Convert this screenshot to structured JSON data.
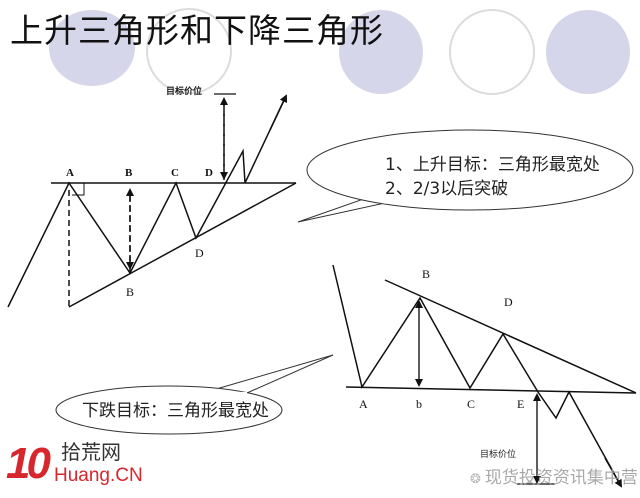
{
  "title": "上升三角形和下降三角形",
  "colors": {
    "circle_fill": "#d6d6ea",
    "circle_outline": "#dcdcdc",
    "line": "#111111",
    "logo_red": "#d8262d"
  },
  "ascending_triangle": {
    "name": "上升三角形",
    "top_labels": [
      "A",
      "B",
      "C",
      "D"
    ],
    "bottom_labels": [
      "B",
      "D"
    ],
    "target_label": "目标价位"
  },
  "descending_triangle": {
    "name": "下降三角形",
    "top_labels": [
      "B",
      "D"
    ],
    "bottom_labels": [
      "A",
      "b",
      "C",
      "E"
    ],
    "target_label": "目标价位"
  },
  "callouts": {
    "upper": {
      "line1": "1、上升目标：三角形最宽处",
      "line2": "2、2/3以后突破"
    },
    "lower": {
      "line1": "下跌目标：三角形最宽处"
    }
  },
  "logo": {
    "number": "10",
    "chinese": "拾荒网",
    "english": "Huang.CN"
  },
  "watermark": {
    "icon": "wechat-icon",
    "text": "现货投资资讯集中营"
  }
}
